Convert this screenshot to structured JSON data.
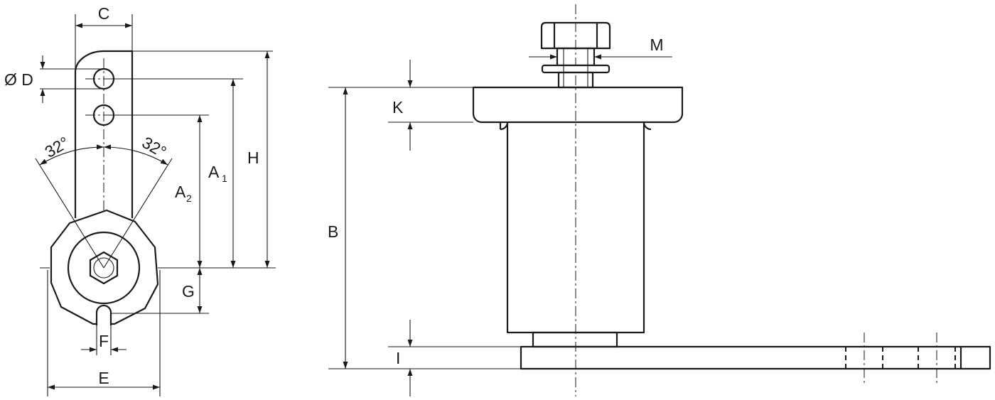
{
  "labels": {
    "C": "C",
    "D": "Ø D",
    "H": "H",
    "A1": "A",
    "A1_sub": "1",
    "A2": "A",
    "A2_sub": "2",
    "G": "G",
    "F": "F",
    "E": "E",
    "angle_left": "32°",
    "angle_right": "32°",
    "M": "M",
    "K": "K",
    "B": "B",
    "I": "I"
  }
}
